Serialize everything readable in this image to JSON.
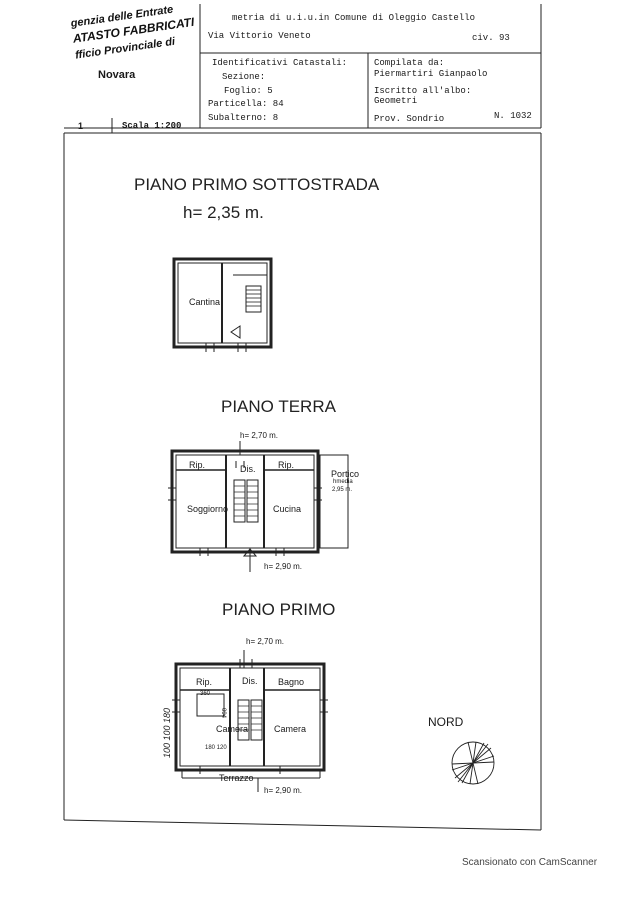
{
  "stamp": {
    "line1": "genzia delle Entrate",
    "line2": "ATASTO FABBRICATI",
    "line3": "fficio Provinciale di",
    "line4": "Novara"
  },
  "header": {
    "comune": "metria di u.i.u.in Comune di Oleggio Castello",
    "via": "Via Vittorio Veneto",
    "civ": "civ. 93",
    "identificativi_label": "Identificativi Catastali:",
    "sezione": "Sezione:",
    "foglio": "Foglio: 5",
    "particella": "Particella: 84",
    "subalterno": "Subalterno: 8",
    "compilata_label": "Compilata da:",
    "compilata_name": "Piermartiri Gianpaolo",
    "iscritto": "Iscritto all'albo:",
    "geometri": "Geometri",
    "prov": "Prov. Sondrio",
    "numero": "N. 1032",
    "sheet": "1",
    "scala": "Scala 1:200"
  },
  "floors": {
    "sottostrada": {
      "title": "PIANO PRIMO SOTTOSTRADA",
      "height": "h= 2,35 m.",
      "rooms": {
        "cantina": "Cantina"
      }
    },
    "terra": {
      "title": "PIANO TERRA",
      "h_top": "h= 2,70 m.",
      "h_bottom": "h= 2,90 m.",
      "rooms": {
        "rip_left": "Rip.",
        "dis": "Dis.",
        "rip_right": "Rip.",
        "soggiorno": "Soggiorno",
        "cucina": "Cucina",
        "portico": "Portico",
        "portico_h1": "hmedia",
        "portico_h2": "2,95 m."
      }
    },
    "primo": {
      "title": "PIANO PRIMO",
      "h_top": "h= 2,70 m.",
      "h_bottom": "h= 2,90 m.",
      "rooms": {
        "rip": "Rip.",
        "dis": "Dis.",
        "bagno": "Bagno",
        "camera_left": "Camera",
        "camera_right": "Camera",
        "terrazzo": "Terrazzo"
      },
      "annotations": {
        "a1": "360",
        "a2": "094",
        "a3": "180 120",
        "side": "100 100 180"
      }
    }
  },
  "nord": "NORD",
  "scanner": "Scansionato con CamScanner"
}
